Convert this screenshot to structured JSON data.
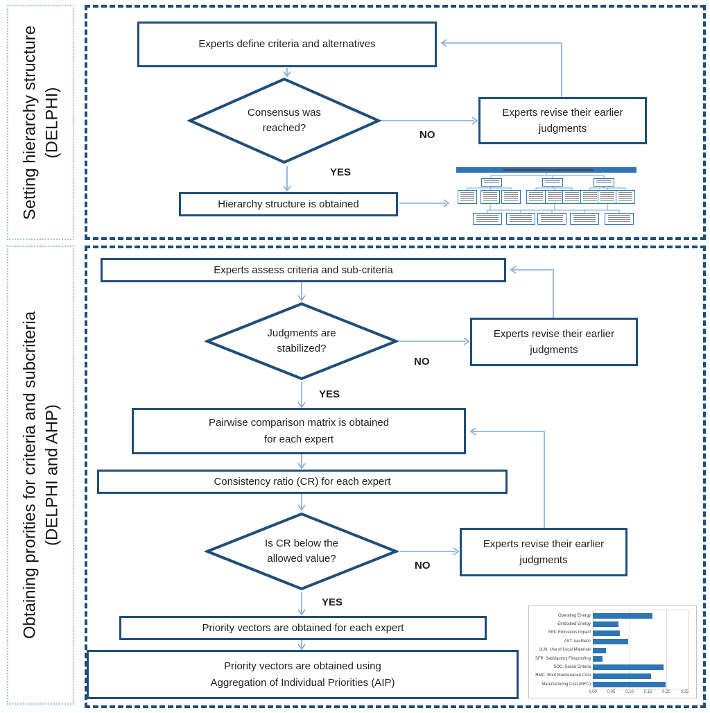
{
  "colors": {
    "box_border": "#1F4E79",
    "arrow": "#7FA8D8",
    "dashed_panel_border": "#1F4E79",
    "side_label_border": "#9CC3E5",
    "mini_bar_fill": "#2E75B6"
  },
  "top_panel": {
    "side_label_1": "Setting hierarchy structure",
    "side_label_2": "(DELPHI)",
    "define_box": "Experts define criteria and alternatives",
    "diamond_line1": "Consensus was",
    "diamond_line2": "reached?",
    "no": "NO",
    "yes": "YES",
    "revise_line1": "Experts revise their earlier",
    "revise_line2": "judgments",
    "result_box": "Hierarchy structure is obtained"
  },
  "bottom_panel": {
    "side_label_1": "Obtaining prorities for criteria and subcriteria",
    "side_label_2": "(DELPHI and AHP)",
    "assess_box": "Experts assess criteria and sub-criteria",
    "stabilized_line1": "Judgments are",
    "stabilized_line2": "stabilized?",
    "no": "NO",
    "yes": "YES",
    "revise_line1": "Experts revise their earlier",
    "revise_line2": "judgments",
    "pairwise_line1": "Pairwise comparison matrix is obtained",
    "pairwise_line2": "for each expert",
    "consistency_box": "Consistency ratio (CR) for each expert",
    "cr_line1": "Is CR below the",
    "cr_line2": "allowed value?",
    "priority_box": "Priority vectors are obtained for each expert",
    "aip_line1": "Priority vectors are obtained using",
    "aip_line2": "Aggregation of Individual Priorities (AIP)"
  },
  "mini_hierarchy": {
    "has_title_bar": true,
    "level2_boxes": 3,
    "level3_boxes": 9,
    "bottom_boxes": 5
  },
  "chart_data": {
    "type": "bar",
    "orientation": "horizontal",
    "categories": [
      "Operating Energy",
      "Embodied Energy",
      "EMI: Emissions Impact",
      "AST: Aesthetic",
      "ULM: Use of Local Materials",
      "SFP: Satisfactory Fireproofing",
      "SOC: Social Criteria",
      "RMC: Roof Maintenance Cost",
      "Manufacturing Cost (MFC)"
    ],
    "values": [
      0.163,
      0.07,
      0.074,
      0.096,
      0.036,
      0.026,
      0.193,
      0.158,
      0.199
    ],
    "xlim": [
      0,
      0.25
    ],
    "x_ticks": [
      "0,00",
      "0,05",
      "0,10",
      "0,15",
      "0,20",
      "0,25"
    ],
    "gridlines": [
      0.1,
      0.2
    ],
    "grid": "vertical-partial",
    "legend": "none"
  }
}
